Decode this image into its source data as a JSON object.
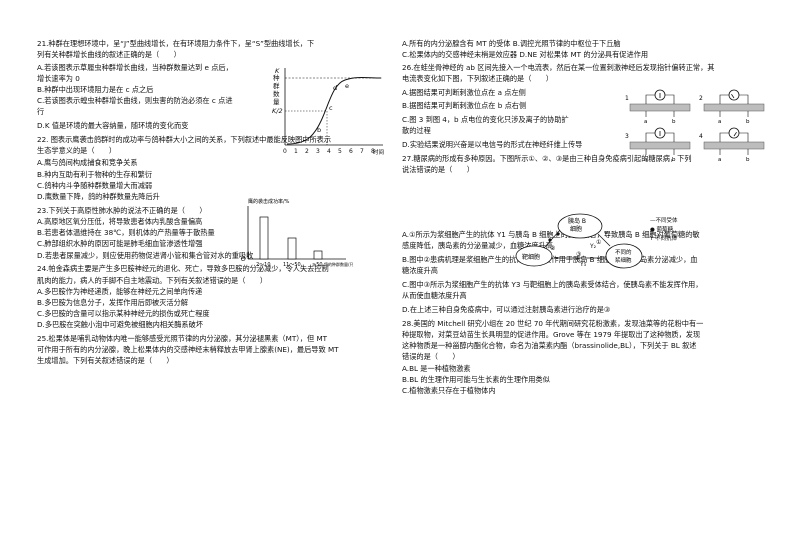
{
  "left_column": {
    "q21": {
      "stem": [
        "21.种群在理想环境中，呈“J”型曲线增长，在有环境阻力条件下，呈“S”型曲线增长，下",
        "列有关种群增长曲线的叙述正确的是（　　）"
      ],
      "options": [
        "A.若该图表示草履虫种群增长曲线，当种群数量达到 e 点后，",
        "增长速率为 0",
        "B.种群中出现环境阻力是在 c 点之后",
        "C.若该图表示蝗虫种群增长曲线，则虫害的防治必须在 c 点进",
        "行",
        "D.K 值是环境的最大容纳量，随环境的变化而变"
      ],
      "figure": {
        "y_label": [
          "种",
          "群",
          "数",
          "量"
        ],
        "k_label": "K",
        "k2_label": "K/2",
        "point_labels": [
          "b",
          "c",
          "d",
          "e"
        ],
        "x_ticks": [
          "0",
          "1",
          "2",
          "3",
          "4",
          "5",
          "6",
          "7",
          "8"
        ],
        "x_unit": "时间"
      }
    },
    "q22": {
      "stem": [
        "22. 图表示鹰袭击鸽群时的成功率与鸽种群大小之间的关系，下列叙述中最能反映图中所表示",
        "生态学意义的是（　　）"
      ],
      "options": [
        "A.鹰与鸽间构成捕食和竞争关系",
        "B.种内互助有利于物种的生存和繁衍",
        "C.鸽种内斗争随种群数量增大而减弱",
        "D.鹰数量下降，鸽的种群数量先降后升"
      ],
      "figure": {
        "y_label": "鹰的袭击成功率/%",
        "categories": [
          "2～10",
          "11～50",
          "≥50"
        ],
        "x_label": "鸽的种群数量/只"
      }
    },
    "q23": {
      "stem": [
        "23.下列关于高原性肺水肿的说法不正确的是（　　）"
      ],
      "options": [
        "A.高原地区氧分压低，将导致患者体内乳酸含量偏高",
        "B.若患者体温维持在 38℃，则机体的产热量等于散热量",
        "C.肺部组织水肿的原因可能是肺毛细血管渗透性增强",
        "D.若患者尿量减少，则应使用药物促进肾小管和集合管对水的重吸收"
      ]
    },
    "q24": {
      "stem": [
        "24.帕金森病主要是产生多巴胺神经元的退化、死亡，导致多巴胺的分泌减少，令人失去控制",
        "肌肉的能力，病人的手脚不自主地震动。下列有关叙述错误的是（　　）"
      ],
      "options": [
        "A.多巴胺作为神经递质，能够在神经元之间单向传递",
        "B.多巴胺为信息分子，发挥作用后即被灭活分解",
        "C.多巴胺的含量可以指示某种神经元的损伤或死亡程度",
        "D.多巴胺在突触小泡中可避免被细胞内相关酶系破坏"
      ]
    },
    "q25": {
      "stem": [
        "25.松果体是哺乳动物体内唯一能够感受光照节律的内分泌腺，其分泌褪黑素（MT），但 MT",
        "可作用于所有的内分泌腺，晚上松果体内的交感神经末梢释放去甲肾上腺素(NE)，最后导致 MT",
        "生成增加。下列有关叙述错误的是（　　）"
      ]
    }
  },
  "right_column": {
    "q25_options": [
      "A.所有的内分泌腺含有 MT 的受体 B.调控光照节律的中枢位于下丘脑",
      "C.松果体内的交感神经末梢是效应器 D.NE 对松果体 MT 的分泌具有促进作用"
    ],
    "q26": {
      "stem": [
        "26.在蛙坐骨神经的 ab 区间先接入一个电流表，然后在某一位置刺激神经后发现指针偏转正常，其",
        "电流表变化如下图，下列叙述正确的是（　　）"
      ],
      "options": [
        "A.据图结果可判断刺激位点在 a 点左侧",
        "B.据图结果可判断刺激位点在 b 点右侧",
        "C.图 3 到图 4，b 点电位的变化只涉及离子的协助扩",
        "散的过程",
        "D.实验结果说明兴奋是以电信号的形式在神经纤维上传导"
      ],
      "figure": {
        "panel_numbers": [
          "1",
          "2",
          "3",
          "4"
        ],
        "a_label": "a",
        "b_label": "b"
      }
    },
    "q27": {
      "stem": [
        "27.糖尿病的形成有多种原因。下图所示①、②、③是由三种自身免疫病引起的糖尿病，下列",
        "说法错误的是（　　）"
      ],
      "figure": {
        "islet_cell": [
          "胰岛 B",
          "细胞"
        ],
        "target_cell": "靶细胞",
        "other_cell": [
          "不同的",
          "浆细胞"
        ],
        "y_labels": [
          "Y₁",
          "Y₂",
          "Y₃"
        ],
        "nums": [
          "①",
          "②",
          "③"
        ],
        "legend": [
          "—不同受体",
          "● 葡萄糖",
          "Y 不同抗体"
        ]
      },
      "options": [
        "A.①所示为浆细胞产生的抗体 Y1 与胰岛 B 细胞上的受体结合，导致胰岛 B 细胞对葡萄糖的敏",
        "感度降低，胰岛素的分泌量减少，血糖浓度升高",
        "B.图中②患病机理是浆细胞产生的抗体 Y2 直接作用于胰岛 B 细胞，导致胰岛素分泌减少，血",
        "糖浓度升高",
        "C.图中③所示为浆细胞产生的抗体 Y3 与靶细胞上的胰岛素受体结合，使胰岛素不能发挥作用，",
        "从而使血糖浓度升高",
        "D.在上述三种自身免疫病中，可以通过注射胰岛素进行治疗的是③"
      ]
    },
    "q28": {
      "stem": [
        "28.美国的 Mitchell 研究小组在 20 世纪 70 年代期间研究花粉激素，发现油菜等的花粉中有一",
        "种提取物，对菜豆幼苗生长具明显的促进作用。Grove 等在 1979 年提取出了这种物质，发现",
        "这种物质是一种甾醇内酯化合物，命名为油菜素内酯（brassinolide,BL），下列关于 BL 叙述",
        "错误的是（　　）"
      ],
      "options": [
        "A.BL 是一种植物激素",
        "B.BL 的生理作用可能与生长素的生理作用类似",
        "C.植物激素只存在于植物体内"
      ]
    }
  }
}
